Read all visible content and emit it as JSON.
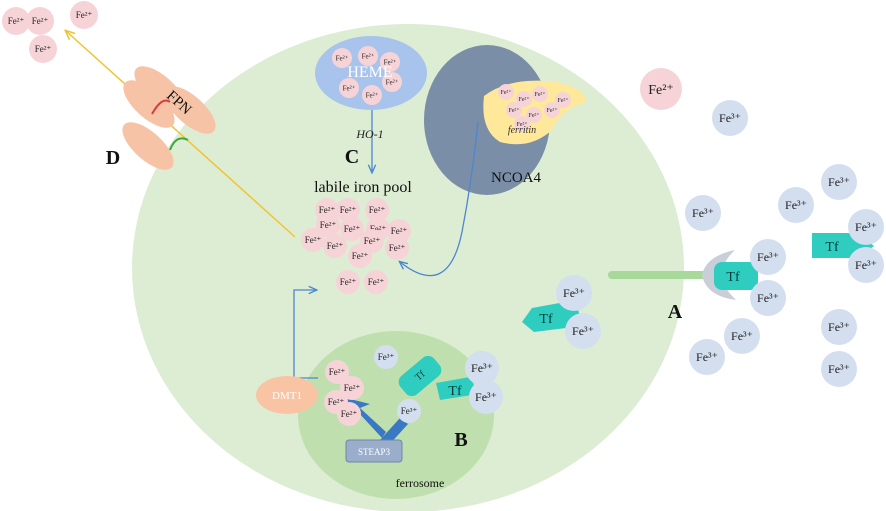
{
  "labels": {
    "heme": "HEME",
    "ho1": "HO-1",
    "ferritin": "ferritin",
    "ncoa4": "NCOA4",
    "labile_pool": "labile iron pool",
    "fpn": "FPN",
    "dmt1": "DMT1",
    "steap3": "STEAP3",
    "ferrosome": "ferrosome",
    "tf": "Tf",
    "fe2": "Fe²⁺",
    "fe3": "Fe³⁺",
    "letter_a": "A",
    "letter_b": "B",
    "letter_c": "C",
    "letter_d": "D"
  },
  "colors": {
    "cell": "#dcedd3",
    "ferrosome": "#bfe0ae",
    "fe2_ion": "#f6d3d7",
    "fe3_ion": "#d3deef",
    "heme": "#a9c4ec",
    "ncoa4": "#7a8ea8",
    "ferritin": "#ffe89a",
    "transferrin": "#2ecdc0",
    "fpn": "#f6c3a6",
    "dmt1": "#f8c4a3",
    "steap3": "#9aaecb",
    "steap3_arrow": "#3b78c4",
    "export_arrow": "#f2c232",
    "transport_arrow": "#4d86d0"
  }
}
